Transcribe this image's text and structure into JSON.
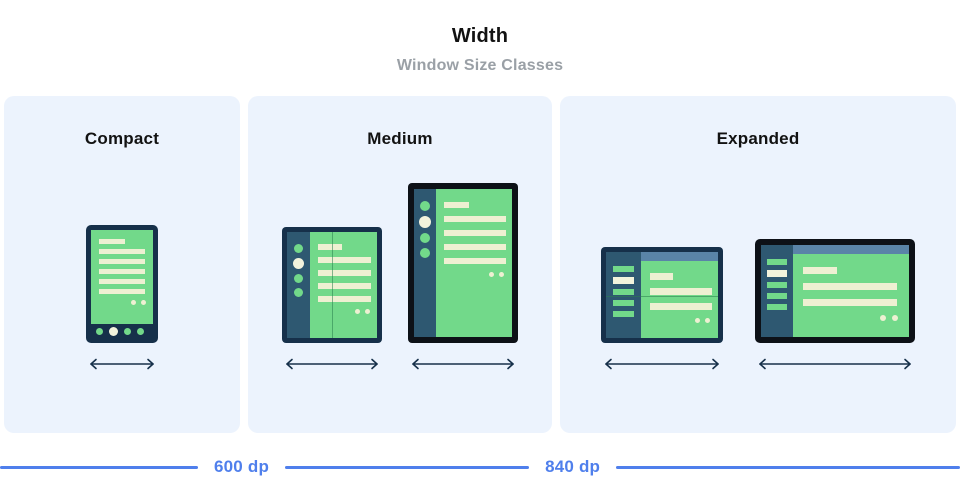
{
  "header": {
    "title": "Width",
    "subtitle": "Window Size Classes"
  },
  "panels": [
    {
      "id": "compact",
      "title": "Compact",
      "devices": [
        {
          "name": "phone",
          "type": "phone",
          "arrow_label": "width-arrow"
        }
      ]
    },
    {
      "id": "medium",
      "title": "Medium",
      "devices": [
        {
          "name": "foldable-portrait",
          "type": "foldable",
          "arrow_label": "width-arrow"
        },
        {
          "name": "tablet-portrait",
          "type": "tablet",
          "arrow_label": "width-arrow"
        }
      ]
    },
    {
      "id": "expanded",
      "title": "Expanded",
      "devices": [
        {
          "name": "foldable-landscape",
          "type": "foldable",
          "arrow_label": "width-arrow"
        },
        {
          "name": "tablet-landscape",
          "type": "tablet",
          "arrow_label": "width-arrow"
        }
      ]
    }
  ],
  "scale": {
    "breakpoints": [
      {
        "value": "600 dp"
      },
      {
        "value": "840 dp"
      }
    ]
  },
  "colors": {
    "panel_background": "#ecf3fd",
    "device_frame": "#16304a",
    "device_frame_dark": "#0d1117",
    "screen": "#72d98a",
    "content_bar": "#eef0d2",
    "nav_rail": "#2e5871",
    "top_bar": "#5a84a8",
    "accent_blue": "#4f7fec",
    "title": "#121212",
    "subtitle": "#9aa0a6"
  }
}
